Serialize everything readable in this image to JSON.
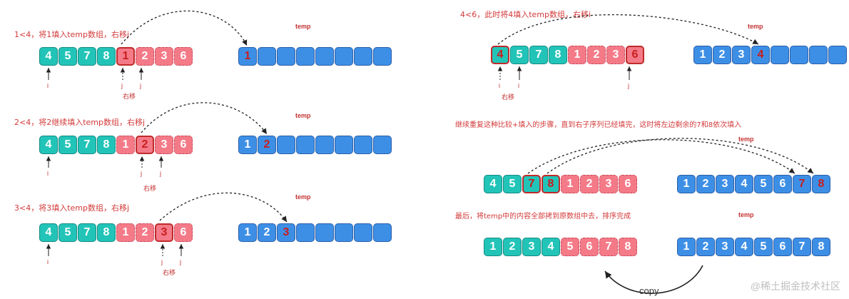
{
  "captions": {
    "s1": "1<4，将1填入temp数组，右移j",
    "s2": "2<4，将2继续填入temp数组，右移j",
    "s3": "3<4，将3填入temp数组，右移j",
    "s4": "4<6，此时将4填入temp数组，右移i",
    "s5": "继续重复这种比较+填入的步骤，直到右子序列已经填完，这时将左边剩余的7和8依次填入",
    "s6": "最后，将temp中的内容全部拷到原数组中去，排序完成"
  },
  "temp_label": "temp",
  "pointers": {
    "i": "i",
    "j": "j",
    "move": "右移"
  },
  "copy_label": "copy",
  "watermark": "@稀土掘金技术社区",
  "arrays": {
    "a1": [
      "4",
      "5",
      "7",
      "8",
      "1",
      "2",
      "3",
      "6"
    ],
    "t1": [
      "1",
      "",
      "",
      "",
      "",
      "",
      "",
      ""
    ],
    "a2": [
      "4",
      "5",
      "7",
      "8",
      "1",
      "2",
      "3",
      "6"
    ],
    "t2": [
      "1",
      "2",
      "",
      "",
      "",
      "",
      "",
      ""
    ],
    "a3": [
      "4",
      "5",
      "7",
      "8",
      "1",
      "2",
      "3",
      "6"
    ],
    "t3": [
      "1",
      "2",
      "3",
      "",
      "",
      "",
      "",
      ""
    ],
    "a4": [
      "4",
      "5",
      "7",
      "8",
      "1",
      "2",
      "3",
      "6"
    ],
    "t4": [
      "1",
      "2",
      "3",
      "4",
      "",
      "",
      "",
      ""
    ],
    "a5": [
      "4",
      "5",
      "7",
      "8",
      "1",
      "2",
      "3",
      "6"
    ],
    "t5": [
      "1",
      "2",
      "3",
      "4",
      "5",
      "6",
      "7",
      "8"
    ],
    "a6": [
      "1",
      "2",
      "3",
      "4",
      "5",
      "6",
      "7",
      "8"
    ],
    "t6": [
      "1",
      "2",
      "3",
      "4",
      "5",
      "6",
      "7",
      "8"
    ]
  },
  "colors": {
    "teal": "#22c4b8",
    "pink": "#f47a88",
    "blue": "#3d8fe6",
    "red": "#c81e1e"
  }
}
